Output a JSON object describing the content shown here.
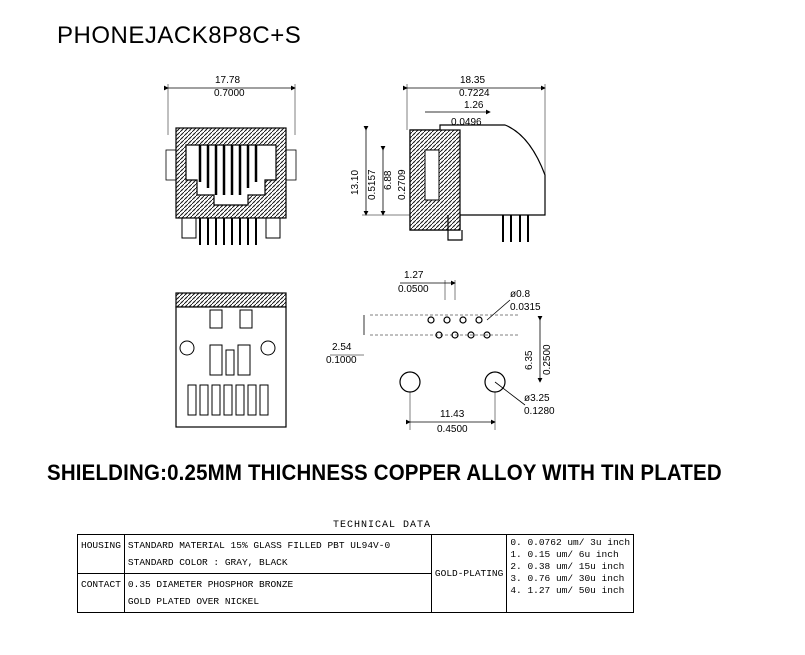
{
  "title": "PHONEJACK8P8C+S",
  "dimensions": {
    "front_width_mm": "17.78",
    "front_width_in": "0.7000",
    "side_depth_mm": "18.35",
    "side_depth_in": "0.7224",
    "side_offset_mm": "1.26",
    "side_offset_in": "0.0496",
    "height_mm": "13.10",
    "height_in": "0.5157",
    "inner_height_mm": "6.88",
    "inner_height_in": "0.2709",
    "pin_pitch_mm": "1.27",
    "pin_pitch_in": "0.0500",
    "pin_dia_mm": "ø0.8",
    "pin_dia_in": "0.0315",
    "row_offset_mm": "2.54",
    "row_offset_in": "0.1000",
    "post_spacing_mm": "6.35",
    "post_spacing_in": "0.2500",
    "post_dia_mm": "ø3.25",
    "post_dia_in": "0.1280",
    "post_pitch_mm": "11.43",
    "post_pitch_in": "0.4500"
  },
  "shielding_note": "SHIELDING:0.25MM THICHNESS  COPPER ALLOY WITH TIN PLATED",
  "technical_data": {
    "title": "TECHNICAL   DATA",
    "housing_label": "HOUSING",
    "housing_line1": "STANDARD MATERIAL 15% GLASS FILLED PBT UL94V-0",
    "housing_line2": "STANDARD COLOR : GRAY, BLACK",
    "contact_label": "CONTACT",
    "contact_line1": "0.35 DIAMETER PHOSPHOR BRONZE",
    "contact_line2": "GOLD PLATED OVER NICKEL",
    "plating_label": "GOLD-PLATING",
    "plating_options": [
      "0. 0.0762 um/ 3u inch",
      "1. 0.15 um/ 6u inch",
      "2. 0.38 um/ 15u inch",
      "3. 0.76 um/ 30u inch",
      "4. 1.27 um/ 50u inch"
    ]
  }
}
